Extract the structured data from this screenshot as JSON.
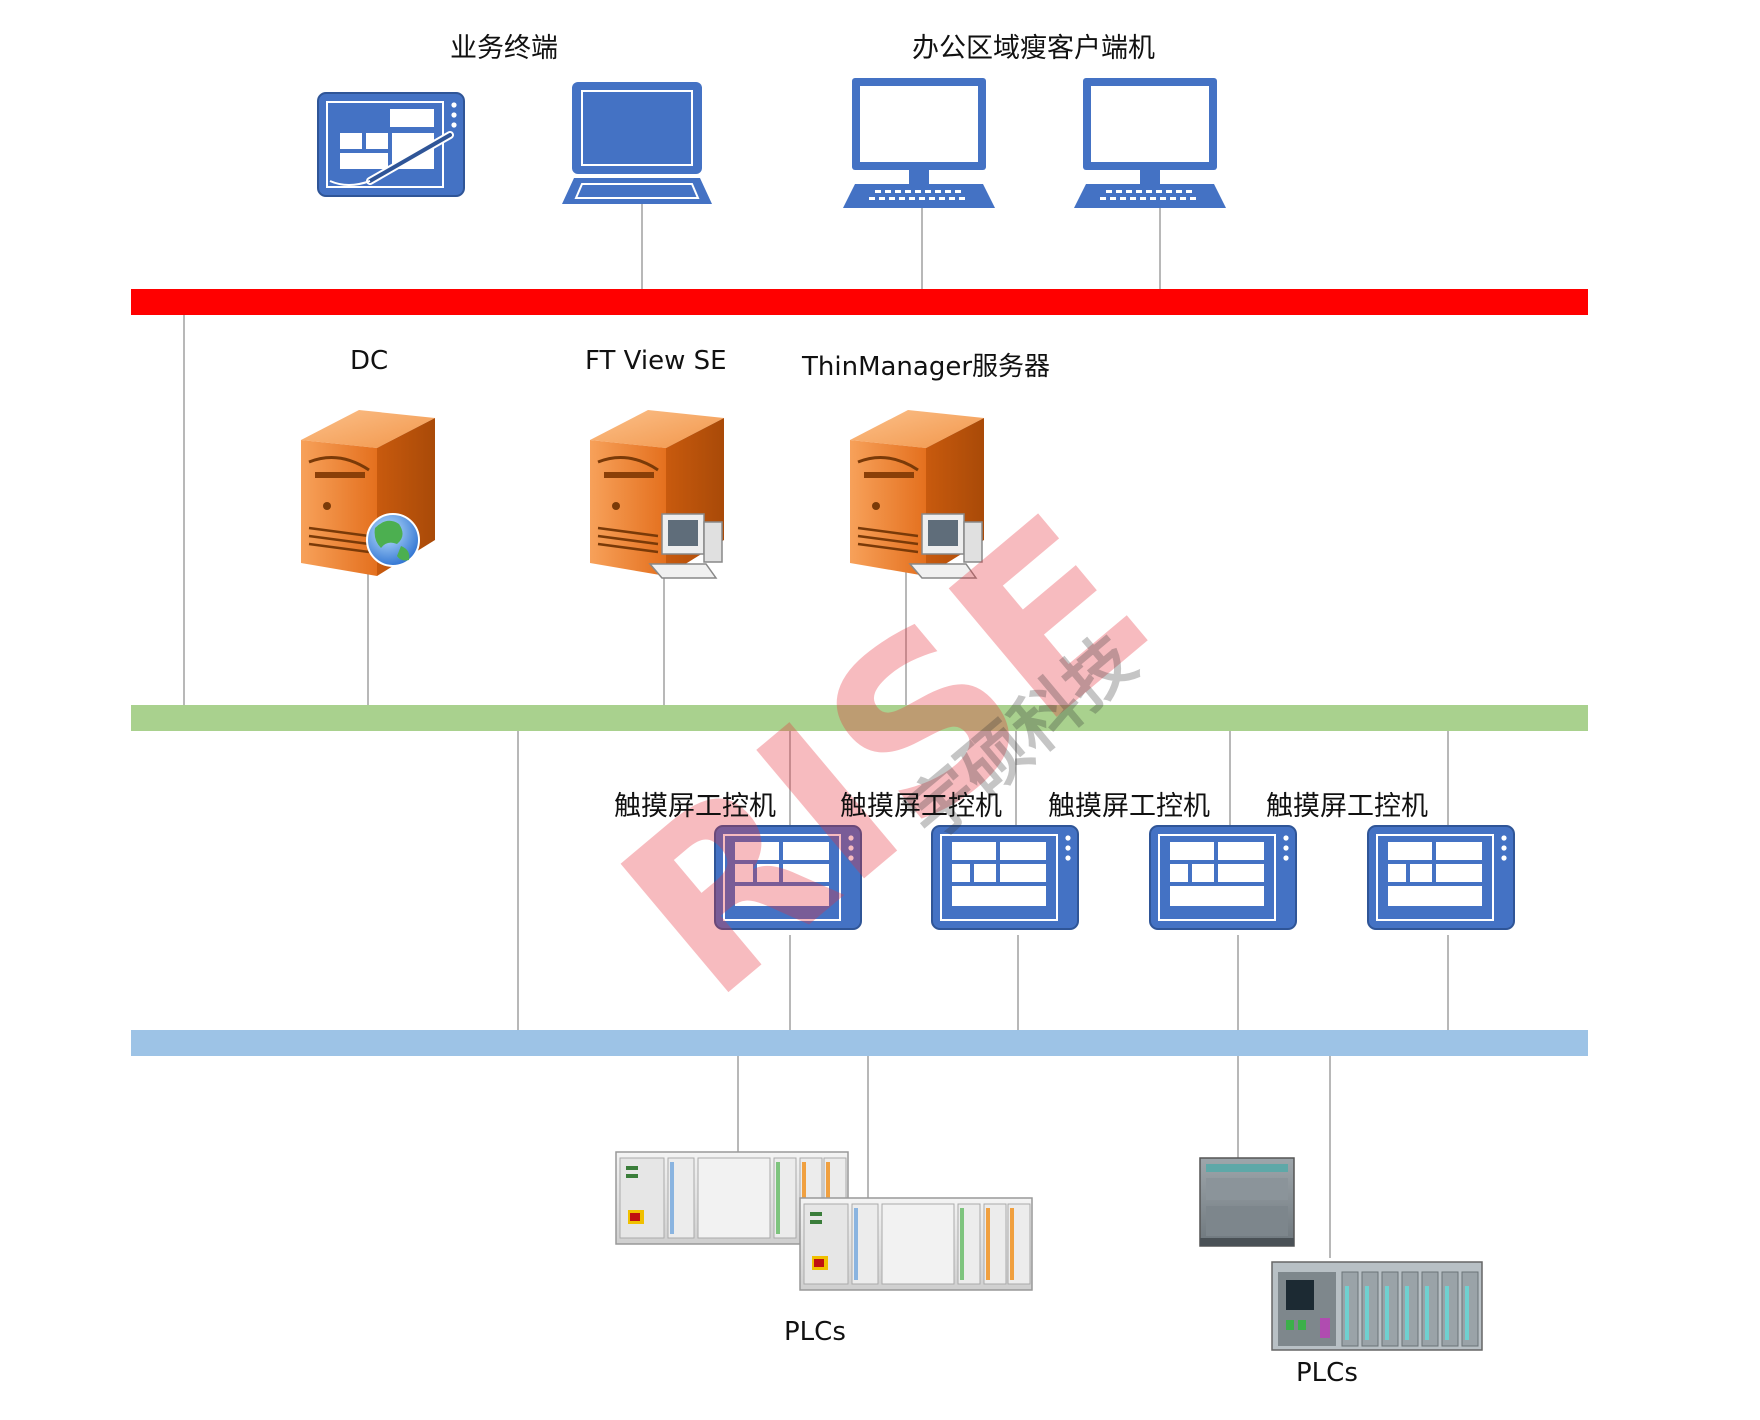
{
  "groups": {
    "business_terminal": "业务终端",
    "office_thin_client": "办公区域瘦客户端机"
  },
  "servers": {
    "dc": "DC",
    "ftview": "FT View SE",
    "thinmanager": "ThinManager服务器"
  },
  "panels": [
    "触摸屏工控机",
    "触摸屏工控机",
    "触摸屏工控机",
    "触摸屏工控机"
  ],
  "plcs": {
    "left": "PLCs",
    "right": "PLCs"
  },
  "watermark": {
    "logo_text": "RISE",
    "cn_text": "宇硕科技",
    "color": "#e8303a"
  },
  "colors": {
    "network_top": "#ff0000",
    "network_mid": "#a9d18e",
    "network_bottom": "#9dc3e6",
    "device_blue": "#4472c4",
    "server_orange": "#e4701e"
  }
}
